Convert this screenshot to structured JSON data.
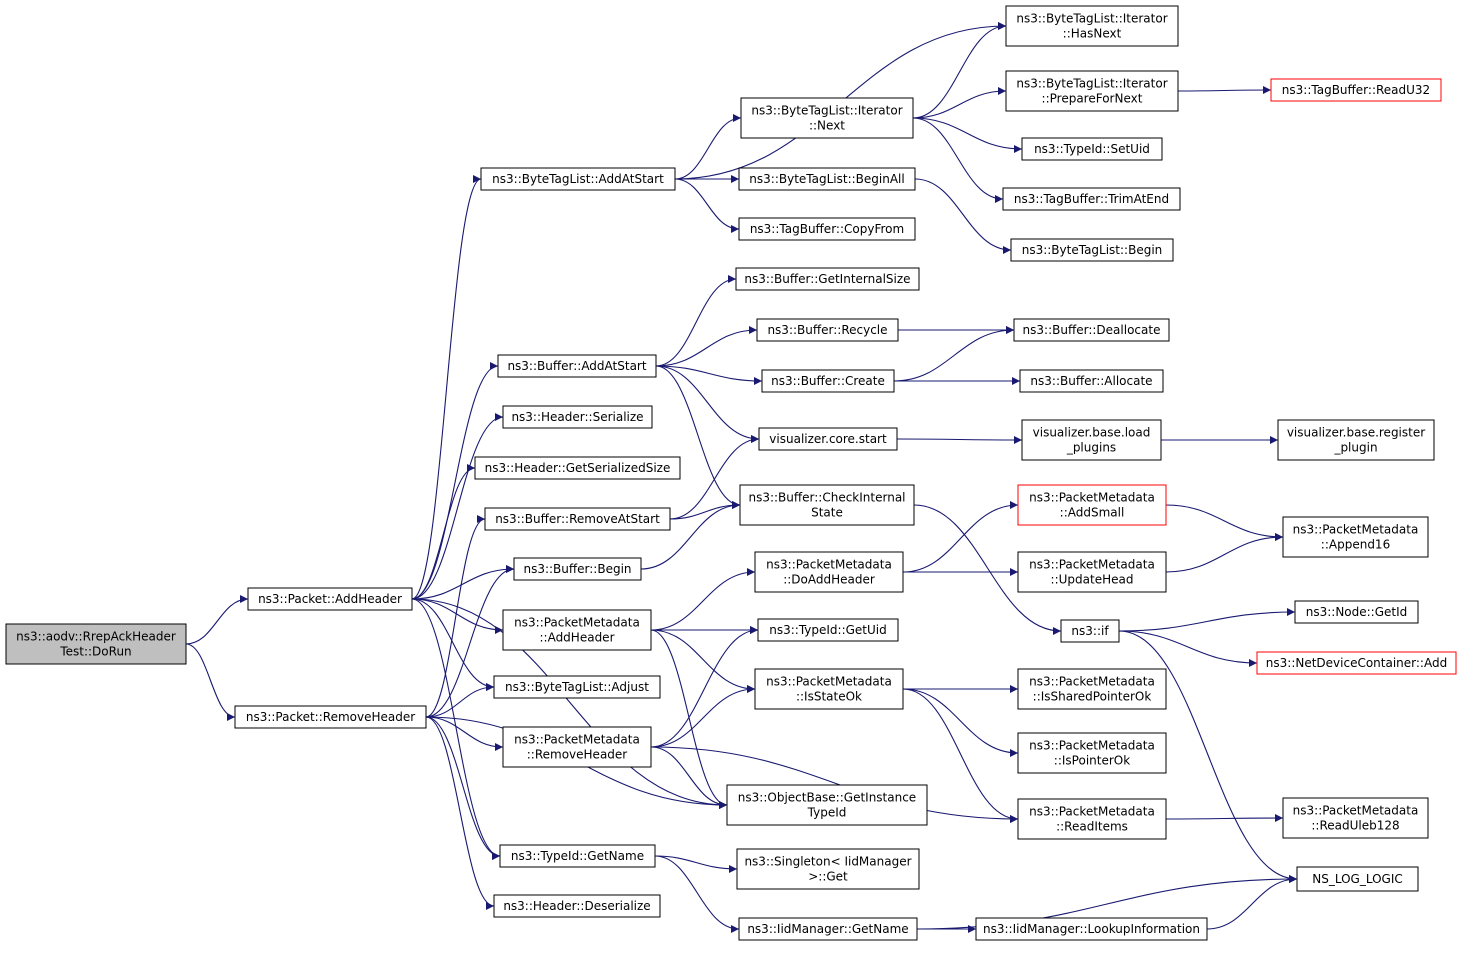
{
  "colors": {
    "edge": "#191970",
    "node_border": "#000000",
    "node_fill": "#ffffff",
    "root_fill": "#bfbfbf",
    "truncated_border": "#ff0000"
  },
  "nodes": [
    {
      "id": "root",
      "lines": [
        "ns3::aodv::RrepAckHeader",
        "Test::DoRun"
      ],
      "style": "root"
    },
    {
      "id": "packet_addheader",
      "lines": [
        "ns3::Packet::AddHeader"
      ],
      "style": "normal"
    },
    {
      "id": "packet_removeheader",
      "lines": [
        "ns3::Packet::RemoveHeader"
      ],
      "style": "normal"
    },
    {
      "id": "bytetaglist_addatstart",
      "lines": [
        "ns3::ByteTagList::AddAtStart"
      ],
      "style": "normal"
    },
    {
      "id": "buffer_addatstart",
      "lines": [
        "ns3::Buffer::AddAtStart"
      ],
      "style": "normal"
    },
    {
      "id": "header_serialize",
      "lines": [
        "ns3::Header::Serialize"
      ],
      "style": "normal"
    },
    {
      "id": "header_getserializedsize",
      "lines": [
        "ns3::Header::GetSerializedSize"
      ],
      "style": "normal"
    },
    {
      "id": "buffer_removeatstart",
      "lines": [
        "ns3::Buffer::RemoveAtStart"
      ],
      "style": "normal"
    },
    {
      "id": "buffer_begin",
      "lines": [
        "ns3::Buffer::Begin"
      ],
      "style": "normal"
    },
    {
      "id": "pm_addheader",
      "lines": [
        "ns3::PacketMetadata",
        "::AddHeader"
      ],
      "style": "normal"
    },
    {
      "id": "bytetaglist_adjust",
      "lines": [
        "ns3::ByteTagList::Adjust"
      ],
      "style": "normal"
    },
    {
      "id": "pm_removeheader",
      "lines": [
        "ns3::PacketMetadata",
        "::RemoveHeader"
      ],
      "style": "normal"
    },
    {
      "id": "typeid_getname",
      "lines": [
        "ns3::TypeId::GetName"
      ],
      "style": "normal"
    },
    {
      "id": "header_deserialize",
      "lines": [
        "ns3::Header::Deserialize"
      ],
      "style": "normal"
    },
    {
      "id": "iterator_next",
      "lines": [
        "ns3::ByteTagList::Iterator",
        "::Next"
      ],
      "style": "normal"
    },
    {
      "id": "bytetaglist_beginall",
      "lines": [
        "ns3::ByteTagList::BeginAll"
      ],
      "style": "normal"
    },
    {
      "id": "tagbuffer_copyfrom",
      "lines": [
        "ns3::TagBuffer::CopyFrom"
      ],
      "style": "normal"
    },
    {
      "id": "buffer_getinternalsize",
      "lines": [
        "ns3::Buffer::GetInternalSize"
      ],
      "style": "normal"
    },
    {
      "id": "buffer_recycle",
      "lines": [
        "ns3::Buffer::Recycle"
      ],
      "style": "normal"
    },
    {
      "id": "buffer_create",
      "lines": [
        "ns3::Buffer::Create"
      ],
      "style": "normal"
    },
    {
      "id": "visualizer_core_start",
      "lines": [
        "visualizer.core.start"
      ],
      "style": "normal"
    },
    {
      "id": "buffer_checkinternalstate",
      "lines": [
        "ns3::Buffer::CheckInternal",
        "State"
      ],
      "style": "normal"
    },
    {
      "id": "pm_doaddheader",
      "lines": [
        "ns3::PacketMetadata",
        "::DoAddHeader"
      ],
      "style": "normal"
    },
    {
      "id": "typeid_getuid",
      "lines": [
        "ns3::TypeId::GetUid"
      ],
      "style": "normal"
    },
    {
      "id": "pm_isstateok",
      "lines": [
        "ns3::PacketMetadata",
        "::IsStateOk"
      ],
      "style": "normal"
    },
    {
      "id": "objectbase_getinstancetypeid",
      "lines": [
        "ns3::ObjectBase::GetInstance",
        "TypeId"
      ],
      "style": "normal"
    },
    {
      "id": "singleton_get",
      "lines": [
        "ns3::Singleton< IidManager",
        ">::Get"
      ],
      "style": "normal"
    },
    {
      "id": "iidmanager_getname",
      "lines": [
        "ns3::IidManager::GetName"
      ],
      "style": "normal"
    },
    {
      "id": "iterator_hasnext",
      "lines": [
        "ns3::ByteTagList::Iterator",
        "::HasNext"
      ],
      "style": "normal"
    },
    {
      "id": "iterator_preparefornext",
      "lines": [
        "ns3::ByteTagList::Iterator",
        "::PrepareForNext"
      ],
      "style": "normal"
    },
    {
      "id": "typeid_setuid",
      "lines": [
        "ns3::TypeId::SetUid"
      ],
      "style": "normal"
    },
    {
      "id": "tagbuffer_trimatend",
      "lines": [
        "ns3::TagBuffer::TrimAtEnd"
      ],
      "style": "normal"
    },
    {
      "id": "bytetaglist_begin",
      "lines": [
        "ns3::ByteTagList::Begin"
      ],
      "style": "normal"
    },
    {
      "id": "buffer_deallocate",
      "lines": [
        "ns3::Buffer::Deallocate"
      ],
      "style": "normal"
    },
    {
      "id": "buffer_allocate",
      "lines": [
        "ns3::Buffer::Allocate"
      ],
      "style": "normal"
    },
    {
      "id": "visualizer_base_load_plugins",
      "lines": [
        "visualizer.base.load",
        "_plugins"
      ],
      "style": "normal"
    },
    {
      "id": "pm_addsmall",
      "lines": [
        "ns3::PacketMetadata",
        "::AddSmall"
      ],
      "style": "truncated"
    },
    {
      "id": "pm_updatehead",
      "lines": [
        "ns3::PacketMetadata",
        "::UpdateHead"
      ],
      "style": "normal"
    },
    {
      "id": "ns3_if",
      "lines": [
        "ns3::if"
      ],
      "style": "normal"
    },
    {
      "id": "pm_issharedpointerok",
      "lines": [
        "ns3::PacketMetadata",
        "::IsSharedPointerOk"
      ],
      "style": "normal"
    },
    {
      "id": "pm_ispointerok",
      "lines": [
        "ns3::PacketMetadata",
        "::IsPointerOk"
      ],
      "style": "normal"
    },
    {
      "id": "pm_readitems",
      "lines": [
        "ns3::PacketMetadata",
        "::ReadItems"
      ],
      "style": "normal"
    },
    {
      "id": "iidmanager_lookupinformation",
      "lines": [
        "ns3::IidManager::LookupInformation"
      ],
      "style": "normal"
    },
    {
      "id": "tagbuffer_readu32",
      "lines": [
        "ns3::TagBuffer::ReadU32"
      ],
      "style": "truncated"
    },
    {
      "id": "visualizer_base_register_plugin",
      "lines": [
        "visualizer.base.register",
        "_plugin"
      ],
      "style": "normal"
    },
    {
      "id": "pm_append16",
      "lines": [
        "ns3::PacketMetadata",
        "::Append16"
      ],
      "style": "normal"
    },
    {
      "id": "node_getid",
      "lines": [
        "ns3::Node::GetId"
      ],
      "style": "normal"
    },
    {
      "id": "netdevicecontainer_add",
      "lines": [
        "ns3::NetDeviceContainer::Add"
      ],
      "style": "truncated"
    },
    {
      "id": "pm_readuleb128",
      "lines": [
        "ns3::PacketMetadata",
        "::ReadUleb128"
      ],
      "style": "normal"
    },
    {
      "id": "ns_log_logic",
      "lines": [
        "NS_LOG_LOGIC"
      ],
      "style": "normal"
    }
  ],
  "edges": [
    [
      "root",
      "packet_addheader"
    ],
    [
      "root",
      "packet_removeheader"
    ],
    [
      "packet_addheader",
      "bytetaglist_addatstart"
    ],
    [
      "packet_addheader",
      "buffer_addatstart"
    ],
    [
      "packet_addheader",
      "header_serialize"
    ],
    [
      "packet_addheader",
      "header_getserializedsize"
    ],
    [
      "packet_addheader",
      "buffer_begin"
    ],
    [
      "packet_addheader",
      "pm_addheader"
    ],
    [
      "packet_addheader",
      "bytetaglist_adjust"
    ],
    [
      "packet_addheader",
      "typeid_getname"
    ],
    [
      "packet_addheader",
      "objectbase_getinstancetypeid"
    ],
    [
      "packet_removeheader",
      "buffer_removeatstart"
    ],
    [
      "packet_removeheader",
      "buffer_begin"
    ],
    [
      "packet_removeheader",
      "bytetaglist_adjust"
    ],
    [
      "packet_removeheader",
      "pm_removeheader"
    ],
    [
      "packet_removeheader",
      "typeid_getname"
    ],
    [
      "packet_removeheader",
      "header_deserialize"
    ],
    [
      "packet_removeheader",
      "objectbase_getinstancetypeid"
    ],
    [
      "bytetaglist_addatstart",
      "iterator_hasnext"
    ],
    [
      "bytetaglist_addatstart",
      "iterator_next"
    ],
    [
      "bytetaglist_addatstart",
      "bytetaglist_beginall"
    ],
    [
      "bytetaglist_addatstart",
      "tagbuffer_copyfrom"
    ],
    [
      "iterator_next",
      "iterator_hasnext"
    ],
    [
      "iterator_next",
      "iterator_preparefornext"
    ],
    [
      "iterator_next",
      "typeid_setuid"
    ],
    [
      "iterator_next",
      "tagbuffer_trimatend"
    ],
    [
      "iterator_preparefornext",
      "tagbuffer_readu32"
    ],
    [
      "bytetaglist_beginall",
      "bytetaglist_begin"
    ],
    [
      "buffer_addatstart",
      "buffer_getinternalsize"
    ],
    [
      "buffer_addatstart",
      "buffer_recycle"
    ],
    [
      "buffer_addatstart",
      "buffer_create"
    ],
    [
      "buffer_addatstart",
      "visualizer_core_start"
    ],
    [
      "buffer_addatstart",
      "buffer_checkinternalstate"
    ],
    [
      "buffer_recycle",
      "buffer_deallocate"
    ],
    [
      "buffer_create",
      "buffer_deallocate"
    ],
    [
      "buffer_create",
      "buffer_allocate"
    ],
    [
      "visualizer_core_start",
      "visualizer_base_load_plugins"
    ],
    [
      "visualizer_base_load_plugins",
      "visualizer_base_register_plugin"
    ],
    [
      "buffer_removeatstart",
      "visualizer_core_start"
    ],
    [
      "buffer_removeatstart",
      "buffer_checkinternalstate"
    ],
    [
      "buffer_begin",
      "buffer_checkinternalstate"
    ],
    [
      "buffer_checkinternalstate",
      "ns3_if"
    ],
    [
      "pm_addheader",
      "pm_doaddheader"
    ],
    [
      "pm_addheader",
      "typeid_getuid"
    ],
    [
      "pm_addheader",
      "pm_isstateok"
    ],
    [
      "pm_addheader",
      "objectbase_getinstancetypeid"
    ],
    [
      "pm_removeheader",
      "typeid_getuid"
    ],
    [
      "pm_removeheader",
      "pm_isstateok"
    ],
    [
      "pm_removeheader",
      "objectbase_getinstancetypeid"
    ],
    [
      "pm_removeheader",
      "pm_readitems"
    ],
    [
      "pm_doaddheader",
      "pm_addsmall"
    ],
    [
      "pm_doaddheader",
      "pm_updatehead"
    ],
    [
      "pm_addsmall",
      "pm_append16"
    ],
    [
      "pm_updatehead",
      "pm_append16"
    ],
    [
      "pm_isstateok",
      "pm_issharedpointerok"
    ],
    [
      "pm_isstateok",
      "pm_ispointerok"
    ],
    [
      "pm_isstateok",
      "pm_readitems"
    ],
    [
      "pm_readitems",
      "pm_readuleb128"
    ],
    [
      "ns3_if",
      "node_getid"
    ],
    [
      "ns3_if",
      "netdevicecontainer_add"
    ],
    [
      "ns3_if",
      "ns_log_logic"
    ],
    [
      "typeid_getname",
      "singleton_get"
    ],
    [
      "typeid_getname",
      "iidmanager_getname"
    ],
    [
      "iidmanager_getname",
      "iidmanager_lookupinformation"
    ],
    [
      "iidmanager_getname",
      "ns_log_logic"
    ],
    [
      "iidmanager_lookupinformation",
      "ns_log_logic"
    ]
  ]
}
